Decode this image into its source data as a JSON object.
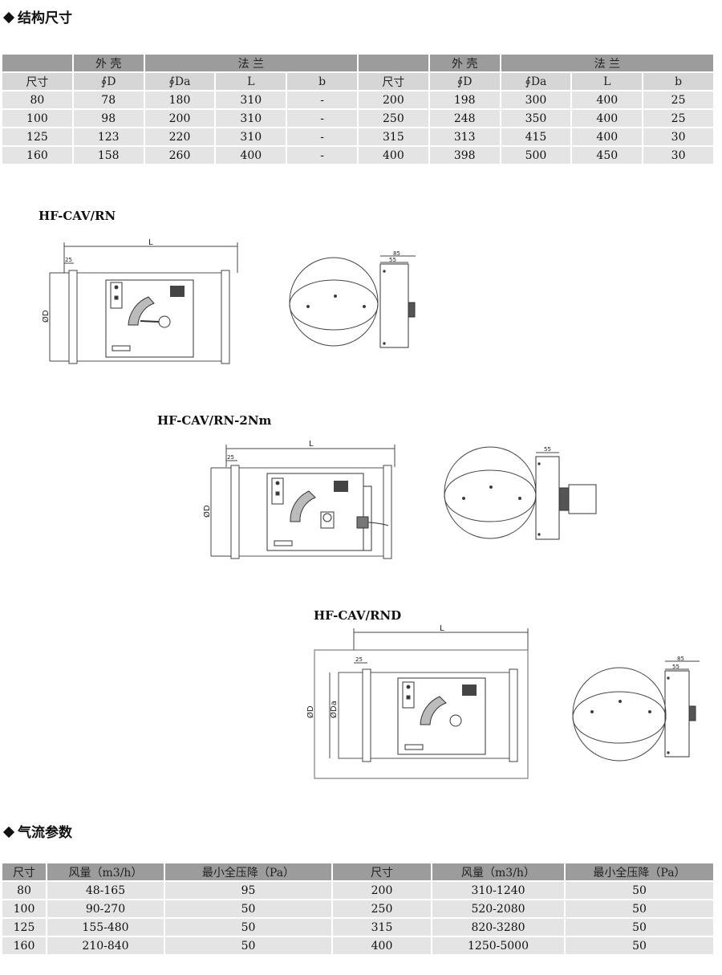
{
  "section1": {
    "title": "结构尺寸"
  },
  "dim_table": {
    "group_headers": [
      "外  壳",
      "法  兰",
      "外  壳",
      "法  兰"
    ],
    "col_headers": [
      "尺寸",
      "∮D",
      "∮Da",
      "L",
      "b",
      "尺寸",
      "∮D",
      "∮Da",
      "L",
      "b"
    ],
    "rows": [
      [
        "80",
        "78",
        "180",
        "310",
        "-",
        "200",
        "198",
        "300",
        "400",
        "25"
      ],
      [
        "100",
        "98",
        "200",
        "310",
        "-",
        "250",
        "248",
        "350",
        "400",
        "25"
      ],
      [
        "125",
        "123",
        "220",
        "310",
        "-",
        "315",
        "313",
        "415",
        "400",
        "30"
      ],
      [
        "160",
        "158",
        "260",
        "400",
        "-",
        "400",
        "398",
        "500",
        "450",
        "30"
      ]
    ]
  },
  "drawings": [
    {
      "model": "HF-CAV/RN",
      "dims": {
        "L": "L",
        "d": "ØD",
        "f": "25",
        "w1": "85",
        "w2": "55"
      }
    },
    {
      "model": "HF-CAV/RN-2Nm",
      "dims": {
        "L": "L",
        "d": "ØD",
        "f": "25",
        "w2": "55"
      }
    },
    {
      "model": "HF-CAV/RND",
      "dims": {
        "L": "L",
        "d": "ØD",
        "da": "ØDa",
        "f": "25",
        "w1": "85",
        "w2": "55"
      }
    }
  ],
  "section2": {
    "title": "气流参数"
  },
  "flow_table": {
    "headers": [
      "尺寸",
      "风量（m3/h）",
      "最小全压降（Pa）",
      "尺寸",
      "风量（m3/h）",
      "最小全压降（Pa）"
    ],
    "rows": [
      [
        "80",
        "48-165",
        "95",
        "200",
        "310-1240",
        "50"
      ],
      [
        "100",
        "90-270",
        "50",
        "250",
        "520-2080",
        "50"
      ],
      [
        "125",
        "155-480",
        "50",
        "315",
        "820-3280",
        "50"
      ],
      [
        "160",
        "210-840",
        "50",
        "400",
        "1250-5000",
        "50"
      ]
    ]
  }
}
